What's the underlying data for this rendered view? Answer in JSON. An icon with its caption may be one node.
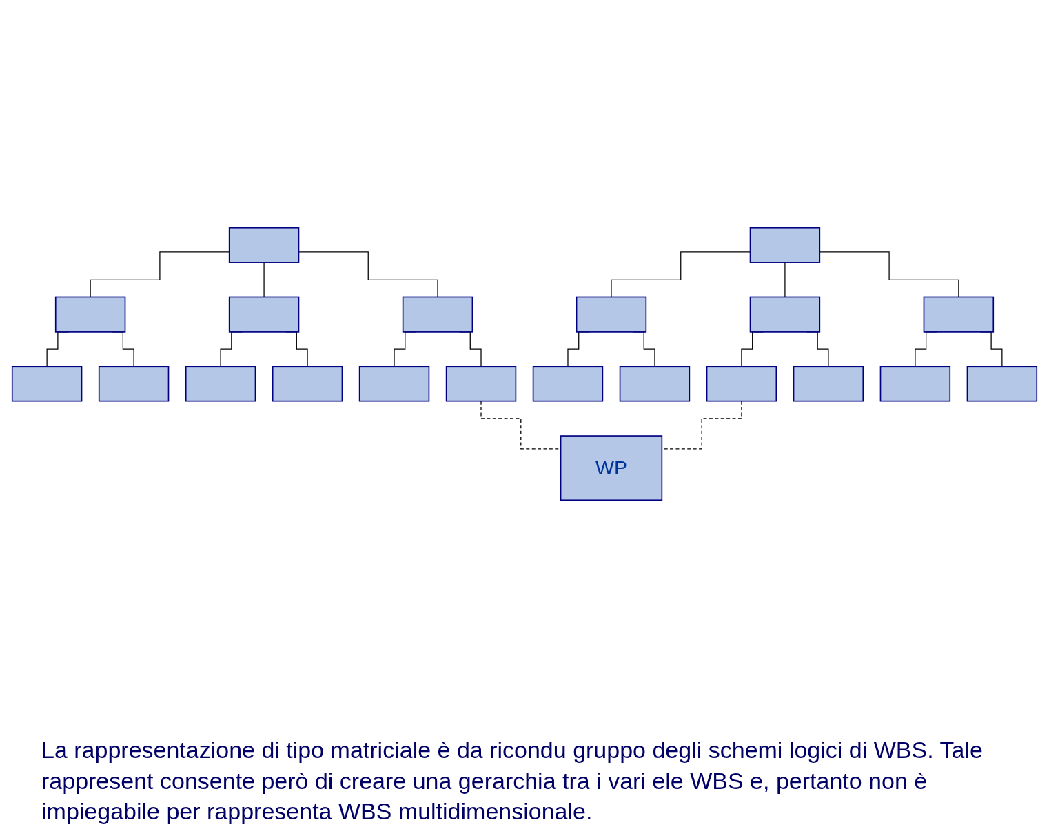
{
  "diagram": {
    "nodes": [
      {
        "text": [],
        "shape": "box"
      },
      {
        "text": [],
        "shape": "box"
      },
      {
        "text": [],
        "shape": "box"
      },
      {
        "text": [],
        "shape": "box"
      },
      {
        "text": [],
        "shape": "box"
      },
      {
        "text": [],
        "shape": "box"
      },
      {
        "text": [],
        "shape": "box"
      },
      {
        "text": [],
        "shape": "box"
      },
      {
        "text": [],
        "shape": "box"
      },
      {
        "text": [],
        "shape": "box"
      },
      {
        "text": [],
        "shape": "box"
      },
      {
        "text": [],
        "shape": "box"
      },
      {
        "text": [],
        "shape": "box"
      },
      {
        "text": [],
        "shape": "box"
      },
      {
        "text": [],
        "shape": "box"
      },
      {
        "text": [],
        "shape": "box"
      },
      {
        "text": [],
        "shape": "box"
      },
      {
        "text": [],
        "shape": "box"
      },
      {
        "text": [],
        "shape": "box"
      },
      {
        "text": [],
        "shape": "box"
      },
      {
        "text": [
          "WP"
        ]
      }
    ],
    "edges": [
      {
        "from": 0,
        "to": 1,
        "arrow": "none"
      },
      {
        "from": 0,
        "to": 2,
        "arrow": "none"
      },
      {
        "from": 0,
        "to": 3,
        "arrow": "none"
      },
      {
        "from": 1,
        "to": 4,
        "arrow": "none"
      },
      {
        "from": 1,
        "to": 5,
        "arrow": "none"
      },
      {
        "from": 2,
        "to": 6,
        "arrow": "none"
      },
      {
        "from": 2,
        "to": 7,
        "arrow": "none"
      },
      {
        "from": 3,
        "to": 8,
        "arrow": "none"
      },
      {
        "from": 3,
        "to": 9,
        "arrow": "none"
      },
      {
        "from": 10,
        "to": 11,
        "arrow": "none"
      },
      {
        "from": 10,
        "to": 12,
        "arrow": "none"
      },
      {
        "from": 10,
        "to": 13,
        "arrow": "none"
      },
      {
        "from": 11,
        "to": 14,
        "arrow": "none"
      },
      {
        "from": 11,
        "to": 15,
        "arrow": "none"
      },
      {
        "from": 12,
        "to": 16,
        "arrow": "none"
      },
      {
        "from": 12,
        "to": 17,
        "arrow": "none"
      },
      {
        "from": 13,
        "to": 18,
        "arrow": "none"
      },
      {
        "from": 13,
        "to": 19,
        "arrow": "none"
      },
      {
        "from": 9,
        "to": 20,
        "arrow": "none",
        "style": "dashed"
      },
      {
        "from": 16,
        "to": 20,
        "arrow": "none",
        "style": "dashed"
      }
    ],
    "labels": [
      "La rappresentazione di tipo matriciale è da ricondu gruppo degli schemi logici di WBS. Tale rappresent consente però di creare una gerarchia tra i vari ele WBS e, pertanto non è impiegabile per rappresenta WBS multidimensionale."
    ]
  }
}
